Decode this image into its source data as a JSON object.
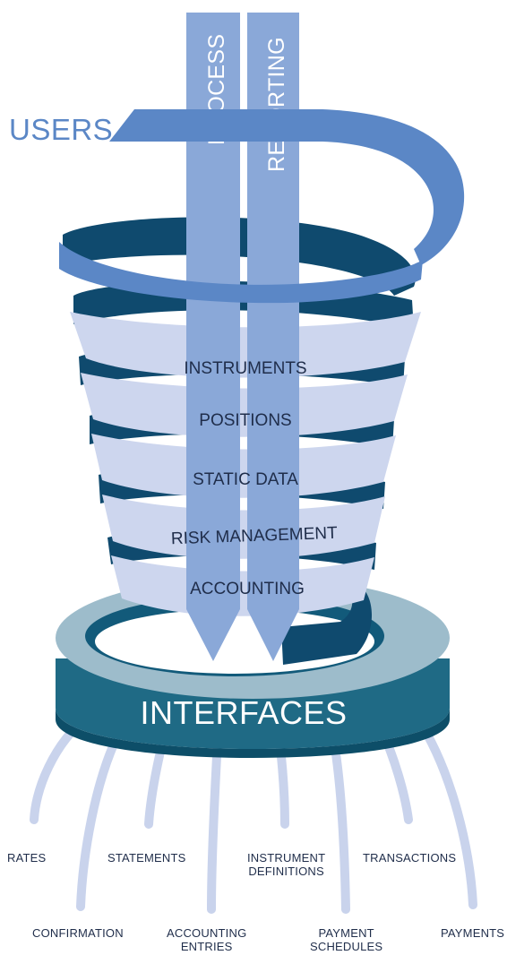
{
  "users_label": "USERS",
  "columns": {
    "process": "PROCESS",
    "reporting": "REPORTING"
  },
  "layers": {
    "instruments": "INSTRUMENTS",
    "positions": "POSITIONS",
    "static_data": "STATIC DATA",
    "risk_management": "RISK MANAGEMENT",
    "accounting": "ACCOUNTING"
  },
  "interfaces_label": "INTERFACES",
  "outputs": {
    "rates": "RATES",
    "confirmation": "CONFIRMATION",
    "statements": "STATEMENTS",
    "accounting_entries_1": "ACCOUNTING",
    "accounting_entries_2": "ENTRIES",
    "instrument_definitions_1": "INSTRUMENT",
    "instrument_definitions_2": "DEFINITIONS",
    "payment_schedules_1": "PAYMENT",
    "payment_schedules_2": "SCHEDULES",
    "transactions": "TRANSACTIONS",
    "payments": "PAYMENTS"
  },
  "colors": {
    "users_blue": "#5b87c6",
    "column_blue": "#8aa8d8",
    "band_light": "#cdd6ee",
    "band_dark": "#0f4a6e",
    "ring_top": "#9dbccb",
    "ring_side": "#1f6a85",
    "lines": "#c9d3ec",
    "text_dark": "#1f2d4a"
  }
}
